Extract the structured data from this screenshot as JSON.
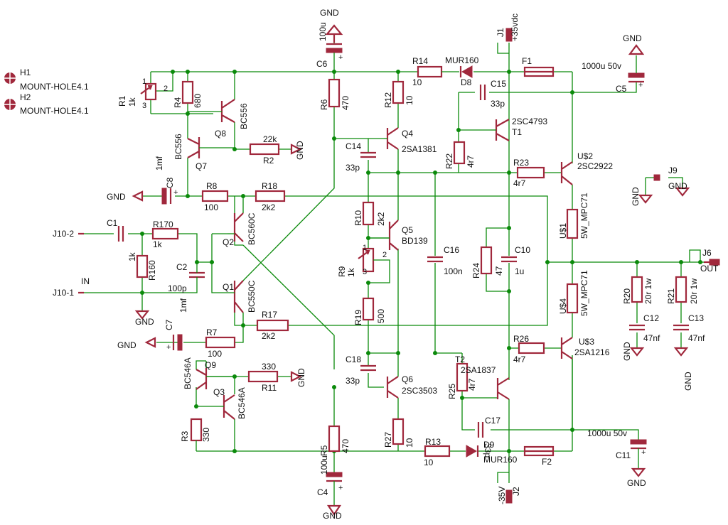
{
  "labels": {
    "h1": "H1",
    "h1_value": "MOUNT-HOLE4.1",
    "h2": "H2",
    "h2_value": "MOUNT-HOLE4.1",
    "r1": "R1",
    "r1_value": "1k",
    "r1_pin1": "1",
    "r1_pin2": "2",
    "r1_pin3": "3",
    "r4": "R4",
    "r4_value": "680",
    "q8": "Q8",
    "q8_value": "BC556",
    "q7": "Q7",
    "q7_value": "BC556",
    "r2": "R2",
    "r2_value": "22k",
    "c8": "C8",
    "c8_value": "1mf",
    "r8": "R8",
    "r8_value": "100",
    "r18": "R18",
    "r18_value": "2k2",
    "c1": "C1",
    "r170": "R170",
    "r170_value": "1k",
    "r160": "R160",
    "r160_value": "1k",
    "c2": "C2",
    "c2_value": "100p",
    "q2": "Q2",
    "q2_value": "BC560C",
    "q1": "Q1",
    "q1_value": "BC550C",
    "c6": "C6",
    "c6_value": "100u",
    "r6": "R6",
    "r6_value": "470",
    "r12": "R12",
    "r12_value": "10",
    "q4": "Q4",
    "q4_value": "2SA1381",
    "c14": "C14",
    "c14_value": "33p",
    "r10": "R10",
    "r10_value": "2k2",
    "q5": "Q5",
    "q5_value": "BD139",
    "r9": "R9",
    "r9_value": "1k",
    "r9_pin1": "1",
    "r9_pin2": "2",
    "r9_pin3": "3",
    "r19": "R19",
    "r19_value": "500",
    "c18": "C18",
    "c18_value": "33p",
    "q6": "Q6",
    "q6_value": "2SC3503",
    "r27": "R27",
    "r27_value": "10",
    "r5": "R5",
    "r5_value": "470",
    "c4": "C4",
    "c4_value": "100u",
    "r14": "R14",
    "r14_value": "10",
    "d8": "D8",
    "d8_value": "MUR160",
    "j1": "J1",
    "j1_value": "+35vdc",
    "f1": "F1",
    "c15": "C15",
    "c15_value": "33p",
    "c5": "C5",
    "c5_value": "1000u 50v",
    "t1": "T1",
    "t1_value": "2SC4793",
    "r22": "R22",
    "r22_value": "4r7",
    "r23": "R23",
    "r23_value": "4r7",
    "u2": "U$2",
    "u2_value": "2SC2922",
    "c16": "C16",
    "c16_value": "100n",
    "r24": "R24",
    "r24_value": "47",
    "c10": "C10",
    "c10_value": "1u",
    "u1": "U$1",
    "u1_value": "5W_MPC71",
    "u4": "U$4",
    "u4_value": "5W_MPC71",
    "r26": "R26",
    "r26_value": "4r7",
    "u3": "U$3",
    "u3_value": "2SA1216",
    "t2": "T2",
    "t2_value": "2SA1837",
    "r25": "R25",
    "r25_value": "4r7",
    "c17": "C17",
    "c17_value": "33p",
    "r13": "R13",
    "r13_value": "10",
    "d9": "D9",
    "d9_value": "MUR160",
    "j2": "J2",
    "j2_value": "-35V",
    "f2": "F2",
    "c11": "C11",
    "c11_value": "1000u 50v",
    "j9": "J9",
    "j6": "J6",
    "out": "OUT",
    "r20": "R20",
    "r20_value": "20r 1w",
    "r21": "R21",
    "r21_value": "20r 1w",
    "c12": "C12",
    "c12_value": "47nf",
    "c13": "C13",
    "c13_value": "47nf",
    "c7": "C7",
    "c7_value": "1mf",
    "r7": "R7",
    "r7_value": "100",
    "r17": "R17",
    "r17_value": "2k2",
    "q9": "Q9",
    "q9_value": "BC546A",
    "q3": "Q3",
    "q3_value": "BC546A",
    "r11": "R11",
    "r11_value": "330",
    "r3": "R3",
    "r3_value": "330",
    "j10_2": "J10-2",
    "j10_1": "J10-1",
    "in": "IN",
    "c9_value": "1mf"
  },
  "gnd": {
    "top_c6": "GND",
    "r2": "GND",
    "c8": "GND",
    "r160": "GND",
    "c5": "GND",
    "j9_a": "GND",
    "j9_b": "GND",
    "c12": "GND",
    "c13": "GND",
    "c7": "GND",
    "r11": "GND",
    "c4": "GND",
    "c11": "GND"
  }
}
